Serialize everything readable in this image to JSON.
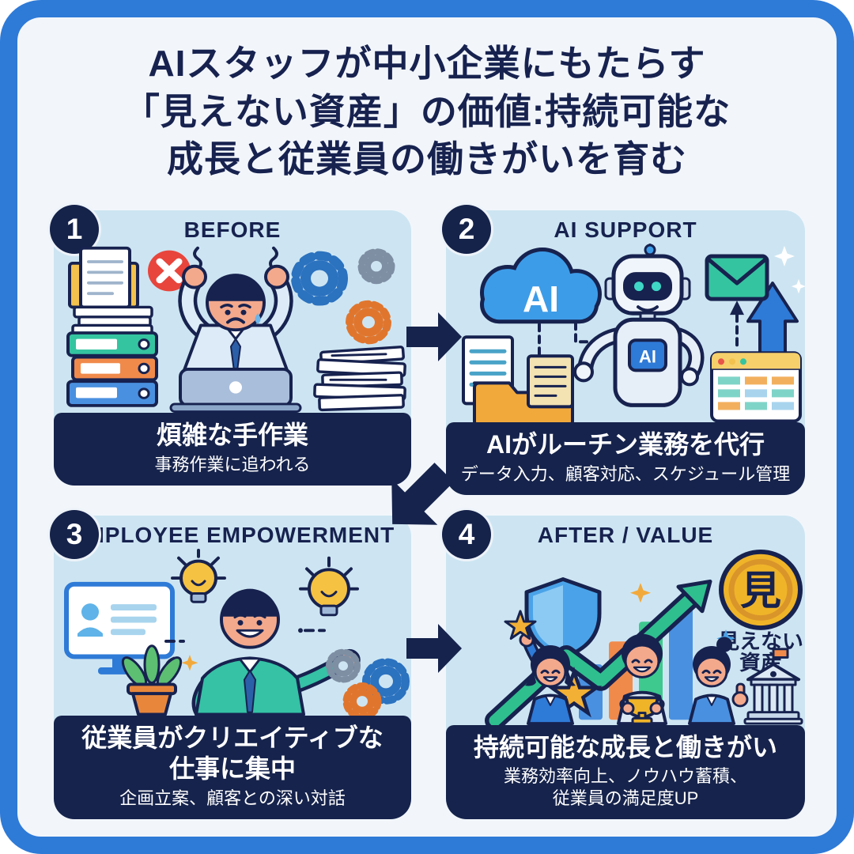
{
  "title": {
    "text": "AIスタッフが中小企業にもたらす\n「見えない資産」の価値:持続可能な\n成長と従業員の働きがいを育む",
    "color": "#17224f"
  },
  "panels": [
    {
      "number": "1",
      "header": "BEFORE",
      "caption_title": "煩雑な手作業",
      "caption_sub": "事務作業に追われる"
    },
    {
      "number": "2",
      "header": "AI SUPPORT",
      "caption_title": "AIがルーチン業務を代行",
      "caption_sub": "データ入力、顧客対応、スケジュール管理",
      "cloud_label": "AI",
      "robot_label": "AI"
    },
    {
      "number": "3",
      "header": "EMPLOYEE EMPOWERMENT",
      "caption_title": "従業員がクリエイティブな\n仕事に集中",
      "caption_sub": "企画立案、顧客との深い対話"
    },
    {
      "number": "4",
      "header": "AFTER / VALUE",
      "caption_title": "持続可能な成長と働きがい",
      "caption_sub": "業務効率向上、ノウハウ蓄積、\n従業員の満足度UP",
      "coin": {
        "char": "見",
        "label_line1": "見えない",
        "label_line2": "資産"
      }
    }
  ],
  "icons": {
    "panel1": [
      "error-icon",
      "stressed-worker",
      "document-stack",
      "binders",
      "gears",
      "laptop"
    ],
    "panel2": [
      "ai-cloud",
      "robot",
      "envelope",
      "folder",
      "documents",
      "spreadsheet",
      "growth-arrow",
      "sparkles"
    ],
    "panel3": [
      "profile-monitor",
      "lightbulbs",
      "creative-worker",
      "gears",
      "potted-plant",
      "sparkle"
    ],
    "panel4": [
      "shield",
      "growth-arrow",
      "bar-chart",
      "invisible-asset-coin",
      "team-celebrating",
      "trophy",
      "stars",
      "bank",
      "sparkles"
    ]
  },
  "colors": {
    "frame_blue": "#2e7ad7",
    "background": "#f2f6fb",
    "panel_bg": "#cde5f2",
    "navy": "#17224f",
    "caption_bg": "#16234c",
    "error_red": "#e8453c",
    "teal": "#35c4a0",
    "orange": "#f08a4b",
    "gold": "#f0b429",
    "green": "#2fbf8f"
  }
}
